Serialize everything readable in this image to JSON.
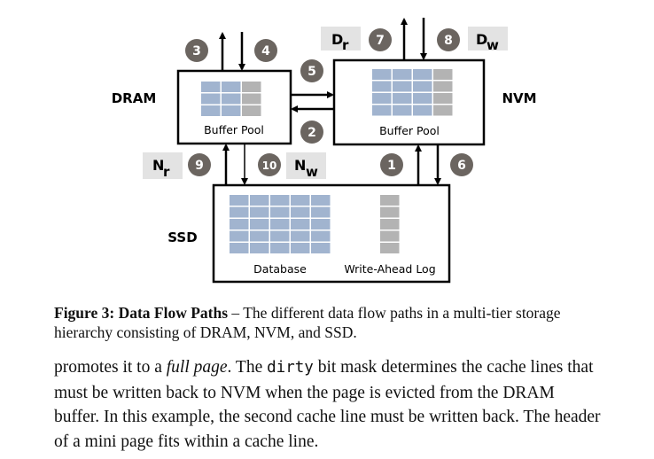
{
  "figure": {
    "tiers": {
      "dram": {
        "label": "DRAM",
        "buffer_label": "Buffer Pool"
      },
      "nvm": {
        "label": "NVM",
        "buffer_label": "Buffer Pool"
      },
      "ssd": {
        "label": "SSD",
        "database_label": "Database",
        "wal_label": "Write-Ahead Log"
      }
    },
    "paths": [
      {
        "id": "1",
        "from": "SSD",
        "to": "NVM"
      },
      {
        "id": "2",
        "from": "NVM",
        "to": "DRAM"
      },
      {
        "id": "3",
        "from": "DRAM",
        "to": "up"
      },
      {
        "id": "4",
        "from": "down",
        "to": "DRAM"
      },
      {
        "id": "5",
        "from": "DRAM",
        "to": "NVM"
      },
      {
        "id": "6",
        "from": "NVM",
        "to": "SSD"
      },
      {
        "id": "7",
        "from": "NVM",
        "to": "up"
      },
      {
        "id": "8",
        "from": "down",
        "to": "NVM"
      },
      {
        "id": "9",
        "from": "SSD",
        "to": "DRAM"
      },
      {
        "id": "10",
        "from": "DRAM",
        "to": "SSD"
      }
    ],
    "badges": {
      "b1": "1",
      "b2": "2",
      "b3": "3",
      "b4": "4",
      "b5": "5",
      "b6": "6",
      "b7": "7",
      "b8": "8",
      "b9": "9",
      "b10": "10"
    },
    "tags": {
      "dr": {
        "main": "D",
        "sub": "r"
      },
      "dw": {
        "main": "D",
        "sub": "w"
      },
      "nr": {
        "main": "N",
        "sub": "r"
      },
      "nw": {
        "main": "N",
        "sub": "w"
      }
    },
    "colors": {
      "badge": "#6b6560",
      "page_blue": "#a1b4cf",
      "page_gray": "#b3b3b3",
      "tag_bg": "#e3e3e3"
    }
  },
  "caption": {
    "label": "Figure 3: Data Flow Paths",
    "dash": " – ",
    "text": "The different data flow paths in a multi-tier storage hierarchy consisting of DRAM, NVM, and SSD."
  },
  "body": {
    "p1": "promotes it to a ",
    "p1_italic": "full page",
    "p2": ". The ",
    "code": "dirty",
    "p3": " bit mask determines the cache lines that must be written back to NVM when the page is evicted from the DRAM buffer. In this example, the second cache line must be written back. The header of a mini page fits within a cache line."
  }
}
